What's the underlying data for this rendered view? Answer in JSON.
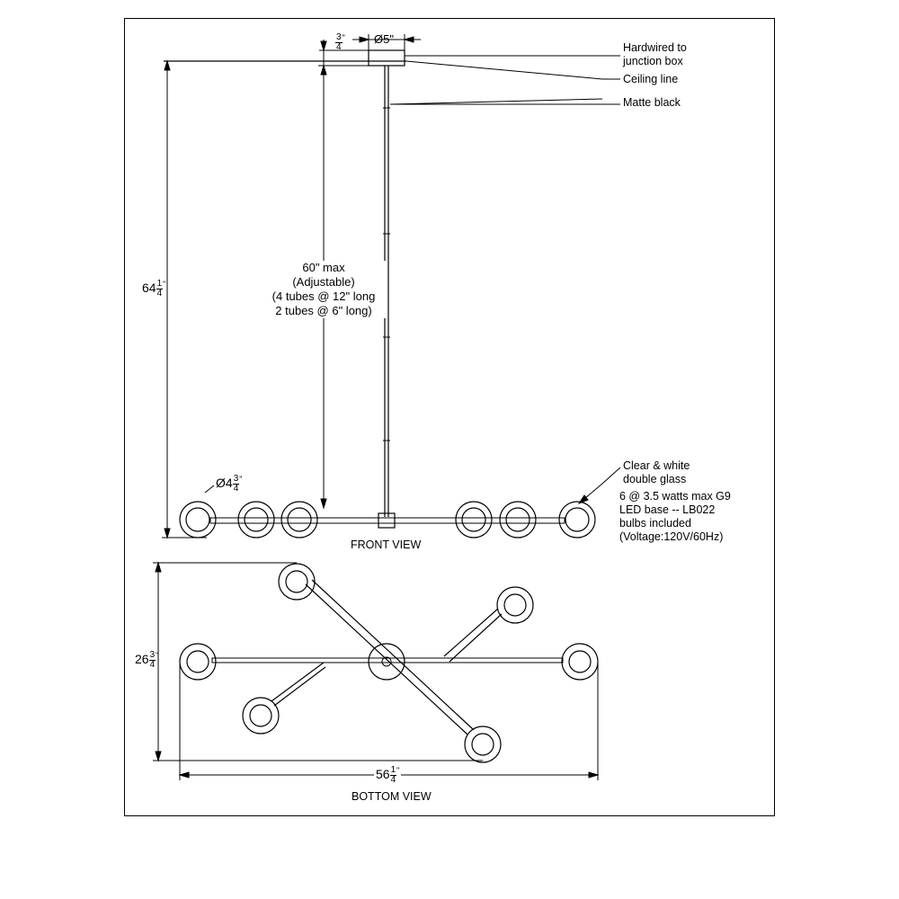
{
  "callouts": {
    "hardwired": "Hardwired to\njunction box",
    "ceiling": "Ceiling line",
    "finish": "Matte black",
    "glass": "Clear & white\ndouble glass",
    "bulbs": "6 @ 3.5 watts max G9\nLED base -- LB022\nbulbs included\n(Voltage:120V/60Hz)"
  },
  "dimensions": {
    "canopy_diameter": "Ø5\"",
    "canopy_height": {
      "numerator": "3",
      "denominator": "4",
      "unit": "\""
    },
    "overall_height": {
      "whole": "64",
      "numerator": "1",
      "denominator": "4",
      "unit": "\""
    },
    "rod_length": "60\" max\n(Adjustable)\n(4 tubes @ 12\" long\n2 tubes @ 6\" long)",
    "shade_diameter": {
      "prefix": "Ø4",
      "numerator": "3",
      "denominator": "4",
      "unit": "\""
    },
    "depth": {
      "whole": "26",
      "numerator": "3",
      "denominator": "4",
      "unit": "\""
    },
    "width": {
      "whole": "56",
      "numerator": "1",
      "denominator": "4",
      "unit": "\""
    }
  },
  "views": {
    "front": "FRONT VIEW",
    "bottom": "BOTTOM VIEW"
  }
}
